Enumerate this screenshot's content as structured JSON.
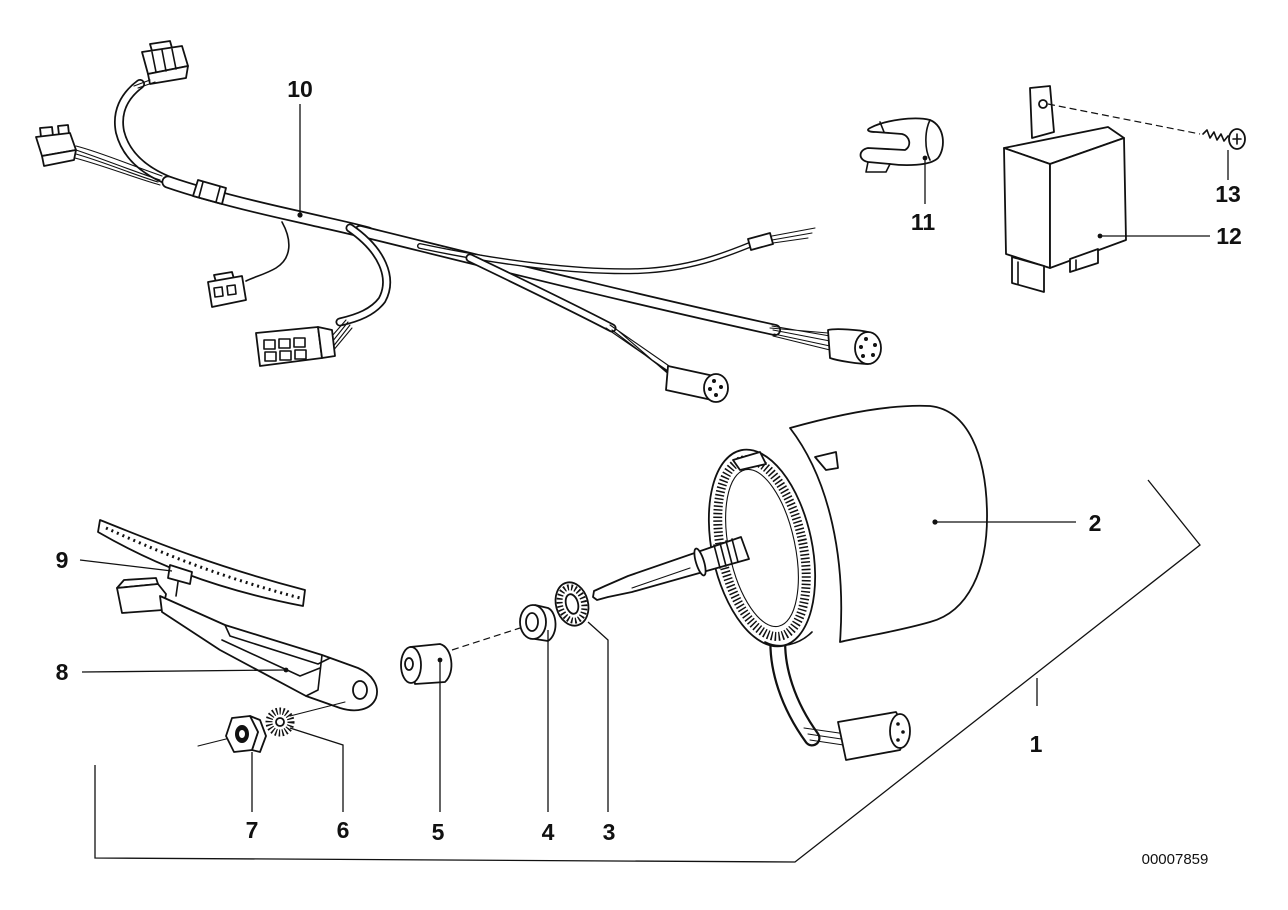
{
  "callouts": {
    "n1": "1",
    "n2": "2",
    "n3": "3",
    "n4": "4",
    "n5": "5",
    "n6": "6",
    "n7": "7",
    "n8": "8",
    "n9": "9",
    "n10": "10",
    "n11": "11",
    "n12": "12",
    "n13": "13"
  },
  "diagram_id": "00007859"
}
